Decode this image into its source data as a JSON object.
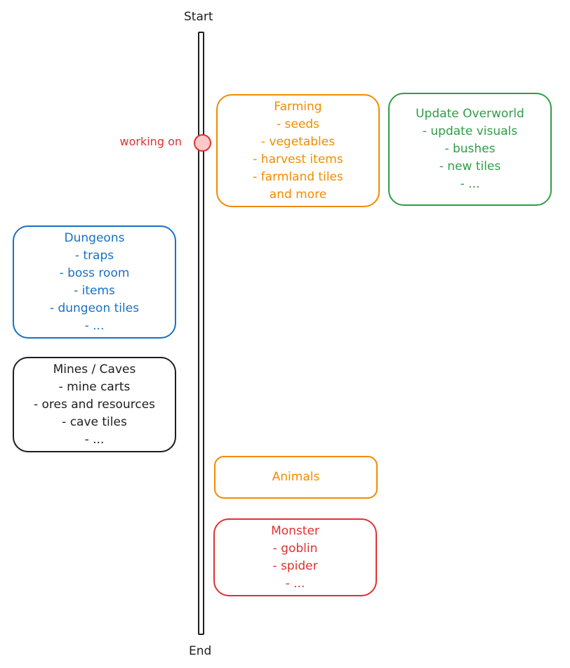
{
  "timeline": {
    "start_label": "Start",
    "end_label": "End",
    "current_marker_label": "working on"
  },
  "colors": {
    "orange": "#f08c00",
    "green": "#2f9e44",
    "blue": "#1971c2",
    "dark": "#1e1e1e",
    "red": "#e03131",
    "marker_fill": "#ffc9c9"
  },
  "boxes": [
    {
      "id": "farming",
      "color": "#f08c00",
      "lines": [
        "Farming",
        "- seeds",
        "- vegetables",
        "- harvest items",
        "- farmland tiles",
        "and more"
      ]
    },
    {
      "id": "update-overworld",
      "color": "#2f9e44",
      "lines": [
        "Update Overworld",
        "- update visuals",
        "- bushes",
        "- new tiles",
        "- ..."
      ]
    },
    {
      "id": "dungeons",
      "color": "#1971c2",
      "lines": [
        "Dungeons",
        "- traps",
        "- boss room",
        "- items",
        "- dungeon tiles",
        "- ..."
      ]
    },
    {
      "id": "mines-caves",
      "color": "#1e1e1e",
      "lines": [
        "Mines / Caves",
        "- mine carts",
        "- ores and resources",
        "- cave tiles",
        "- ..."
      ]
    },
    {
      "id": "animals",
      "color": "#f08c00",
      "lines": [
        "Animals"
      ]
    },
    {
      "id": "monster",
      "color": "#e03131",
      "lines": [
        "Monster",
        "- goblin",
        "- spider",
        "- ..."
      ]
    }
  ]
}
